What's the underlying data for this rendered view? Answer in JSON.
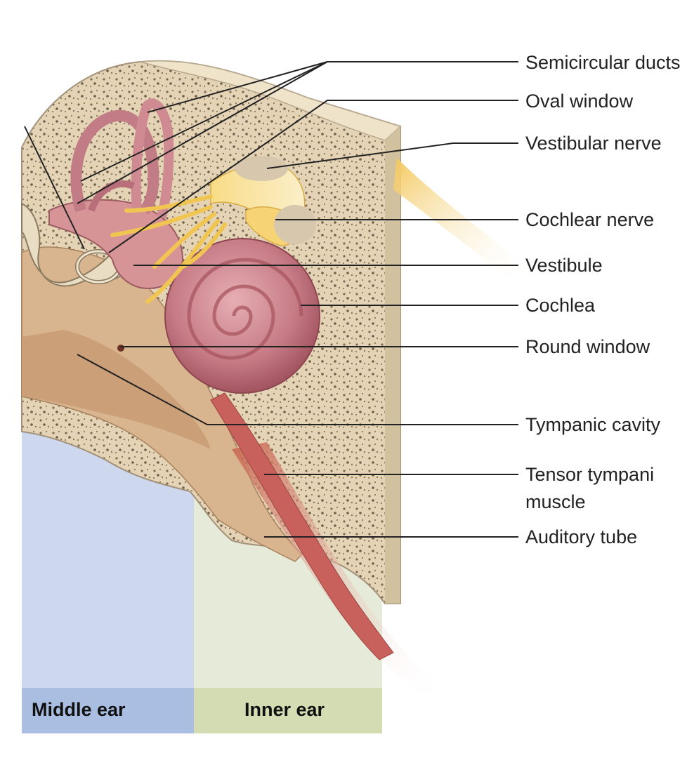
{
  "labels": {
    "semicircular_ducts": "Semicircular ducts",
    "oval_window": "Oval window",
    "vestibular_nerve": "Vestibular nerve",
    "cochlear_nerve": "Cochlear nerve",
    "vestibule": "Vestibule",
    "cochlea": "Cochlea",
    "round_window": "Round window",
    "tympanic_cavity": "Tympanic cavity",
    "tensor_tympani_line1": "Tensor tympani",
    "tensor_tympani_line2": "muscle",
    "auditory_tube": "Auditory tube"
  },
  "regions": {
    "middle_ear": "Middle ear",
    "inner_ear": "Inner ear"
  },
  "colors": {
    "middle_ear_band": "#a9bee0",
    "middle_ear_bg": "#cdd8ef",
    "inner_ear_band": "#d3dcb3",
    "inner_ear_bg": "#e6ead8",
    "bone": "#e7d7b8",
    "cochlea": "#c9848c",
    "nerve": "#f5cf6a",
    "muscle": "#c8615c",
    "leader_line": "#222222"
  }
}
